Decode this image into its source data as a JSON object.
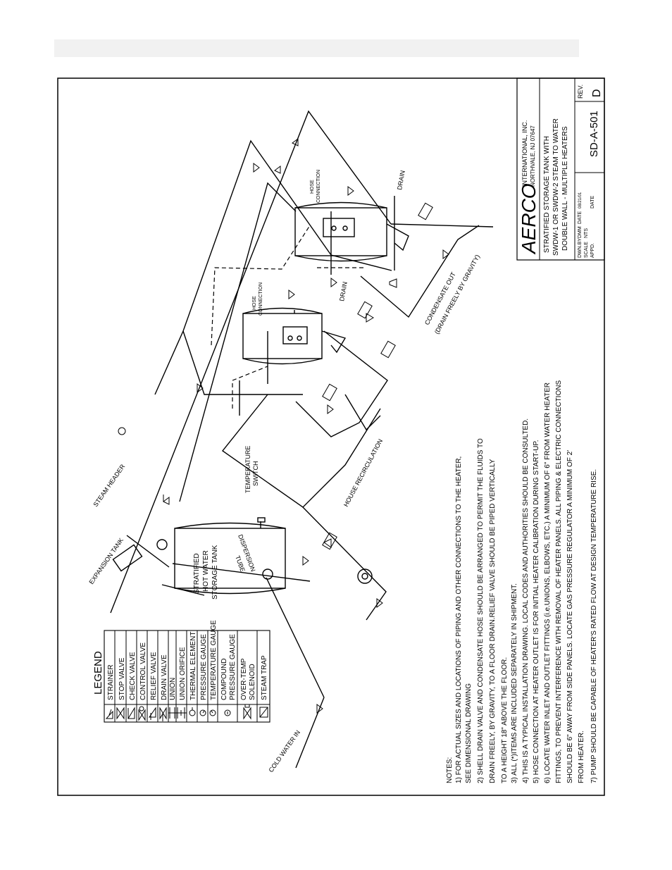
{
  "title_block": {
    "company": "AERCO",
    "company_line1": "INTERNATIONAL, INC.",
    "company_line2": "NORTHVALE, NJ  07647",
    "title_line1": "STRATIFIED STORAGE TANK WITH",
    "title_line2": "SWDW-1 OR SWDW-2 STEAM TO WATER",
    "title_line3": "DOUBLE WALL - MULTIPLE HEATERS",
    "dwn_by_label": "DWN.BY",
    "dwn_by": "DMM",
    "date_label": "DATE",
    "date": "08/21/01",
    "scale_label": "SCALE",
    "scale": "NTS",
    "appd_label": "APPD.",
    "appd_date_label": "DATE",
    "drawing_number": "SD-A-501",
    "rev_label": "REV.",
    "rev": "D"
  },
  "legend": {
    "title": "LEGEND",
    "items": [
      {
        "label": "STRAINER",
        "icon": "strainer-icon"
      },
      {
        "label": "STOP VALVE",
        "icon": "stop-valve-icon"
      },
      {
        "label": "CHECK VALVE",
        "icon": "check-valve-icon"
      },
      {
        "label": "CONTROL VALVE",
        "icon": "control-valve-icon"
      },
      {
        "label": "RELIEF VALVE",
        "icon": "relief-valve-icon"
      },
      {
        "label": "DRAIN VALVE",
        "icon": "drain-valve-icon"
      },
      {
        "label": "UNION",
        "icon": "union-icon"
      },
      {
        "label": "UNION ORIFICE",
        "icon": "union-orifice-icon"
      },
      {
        "label": "THERMAL ELEMENT",
        "icon": "thermal-element-icon"
      },
      {
        "label": "PRESSURE GAUGE",
        "icon": "pressure-gauge-icon"
      },
      {
        "label": "TEMPERATURE GAUGE",
        "icon": "temperature-gauge-icon"
      },
      {
        "label": "COMPOUND",
        "label2": "PRESSURE GAUGE",
        "icon": "compound-gauge-icon"
      },
      {
        "label": "OVER-TEMP",
        "label2": "SOLENOID",
        "icon": "solenoid-icon"
      },
      {
        "label": "STEAM TRAP",
        "icon": "steam-trap-icon"
      }
    ]
  },
  "diagram_labels": {
    "expansion_tank": "EXPANSION TANK",
    "steam_header": "STEAM HEADER",
    "tank_line1": "STRATIFIED",
    "tank_line2": "HOT WATER",
    "tank_line3": "STORAGE TANK",
    "temp_switch1": "TEMPERATURE",
    "temp_switch2": "SWITCH",
    "dispersion1": "DISPERSION",
    "dispersion2": "TUBE",
    "house_recirc": "HOUSE RECIRCULATION",
    "cold_water_in": "COLD WATER IN",
    "hose_conn1": "HOSE",
    "hose_conn2": "CONNECTION",
    "drain": "DRAIN",
    "condensate_out": "CONDENSATE OUT",
    "condensate_note": "(DRAIN FREELY BY GRAVITY)"
  },
  "notes": {
    "header": "NOTES:",
    "lines": [
      "1) FOR ACTUAL SIZES AND LOCATIONS OF PIPING AND OTHER CONNECTIONS TO THE HEATER,",
      "    SEE DIMENSIONAL DRAWING",
      "2) SHELL DRAIN VALVE AND CONDENSATE HOSE SHOULD BE ARRANGED TO PERMIT THE FLUIDS TO",
      "    DRAIN FREELY, BY GRAVITY, TO A FLOOR DRAIN.RELIEF VALVE SHOULD BE PIPED VERTICALLY",
      "    TO A HEIGHT 18\" ABOVE THE FLOOR.",
      "3) ALL (*)ITEMS ARE INCLUDED SEPARATELY IN SHIPMENT.",
      "4) THIS IS A TYPICAL INSTALLATION DRAWING. LOCAL CODES AND AUTHORITIES SHOULD BE CONSULTED.",
      "5) HOSE CONNECTION AT HEATER OUTLET IS FOR INITIAL HEATER CALIBRATION DURING START-UP.",
      "6) LOCATE WATER INLET AND OUTLET FITTINGS (i.e.UNIONS, ELBOWS, ETC.) A MINIMUM OF 6\" FROM WATER HEATER",
      "    FITTINGS, TO PREVENT INTERFERENCE WITH REMOVAL OF HEATER PANELS. ALL PIPING & ELECTRIC CONNECTIONS",
      "    SHOULD BE 6\" AWAY FROM SIDE PANELS. LOCATE GAS PRESSURE REGULATOR A MINIMUM OF 2'",
      "    FROM HEATER.",
      "7) PUMP SHOULD BE CAPABLE OF HEATER'S RATED FLOW AT DESIGN TEMPERATURE RISE."
    ]
  }
}
